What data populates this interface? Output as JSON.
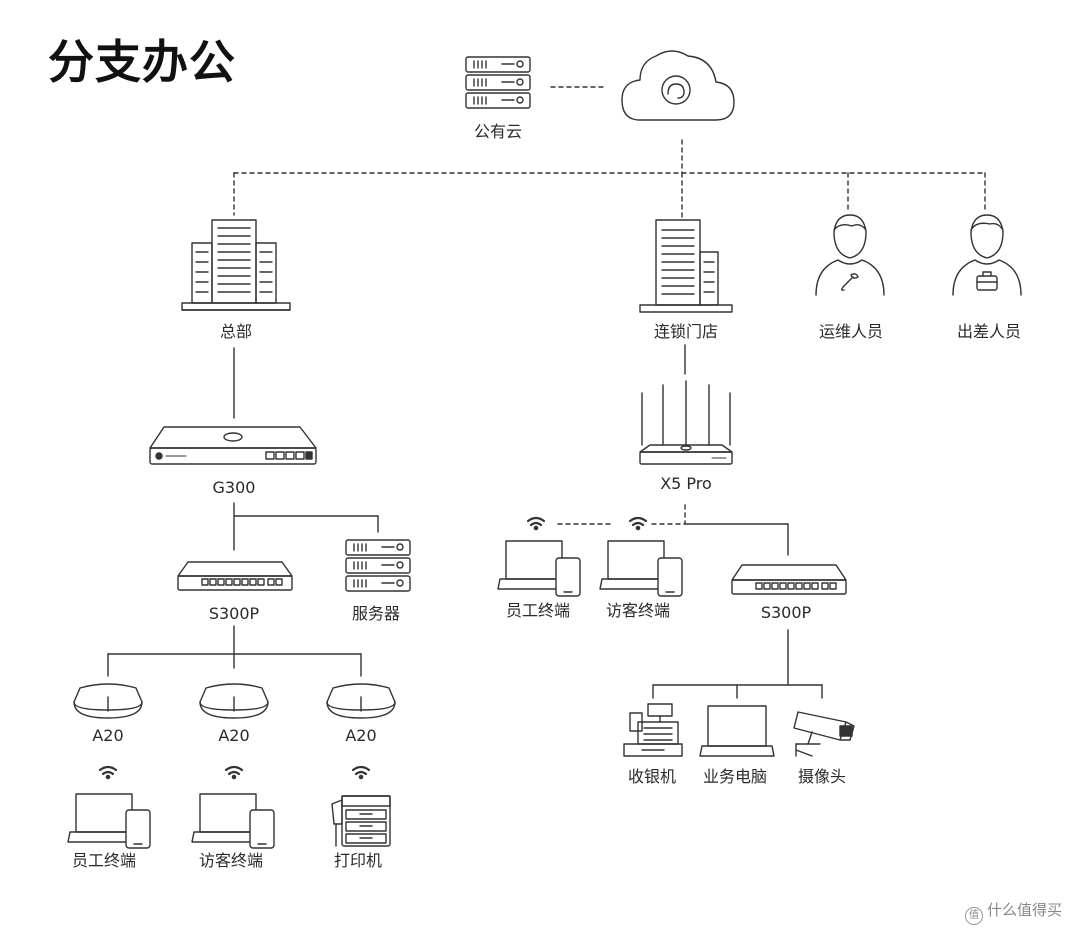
{
  "title": "分支办公",
  "labels": {
    "public_cloud": "公有云",
    "headquarters": "总部",
    "chain_store": "连锁门店",
    "ops_staff": "运维人员",
    "travel_staff": "出差人员",
    "gateway": "G300",
    "router": "X5 Pro",
    "switch_left": "S300P",
    "server": "服务器",
    "switch_right": "S300P",
    "ap_1": "A20",
    "ap_2": "A20",
    "ap_3": "A20",
    "left_employee": "员工终端",
    "left_visitor": "访客终端",
    "printer": "打印机",
    "right_employee": "员工终端",
    "right_visitor": "访客终端",
    "cashier": "收银机",
    "business_pc": "业务电脑",
    "camera": "摄像头"
  },
  "watermark": "什么值得买",
  "watermark_icon": "值"
}
